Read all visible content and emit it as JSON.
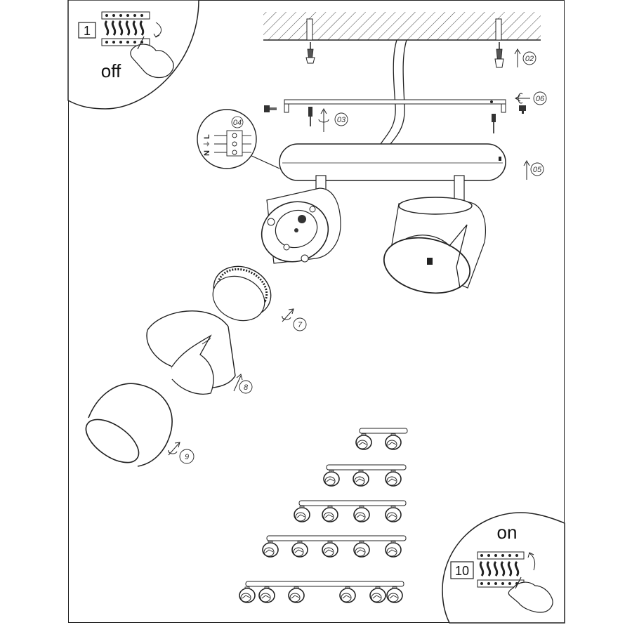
{
  "inset_off": {
    "step": "1",
    "text": "off"
  },
  "inset_on": {
    "step": "10",
    "text": "on"
  },
  "inset_terminal": {
    "step": "04",
    "labels": [
      "L",
      "⏚",
      "N"
    ]
  },
  "steps": {
    "s02": "02",
    "s03": "03",
    "s05": "05",
    "s06": "06",
    "s07": "7",
    "s08": "8",
    "s09": "9"
  },
  "variants": [
    2,
    3,
    4,
    5,
    6
  ]
}
